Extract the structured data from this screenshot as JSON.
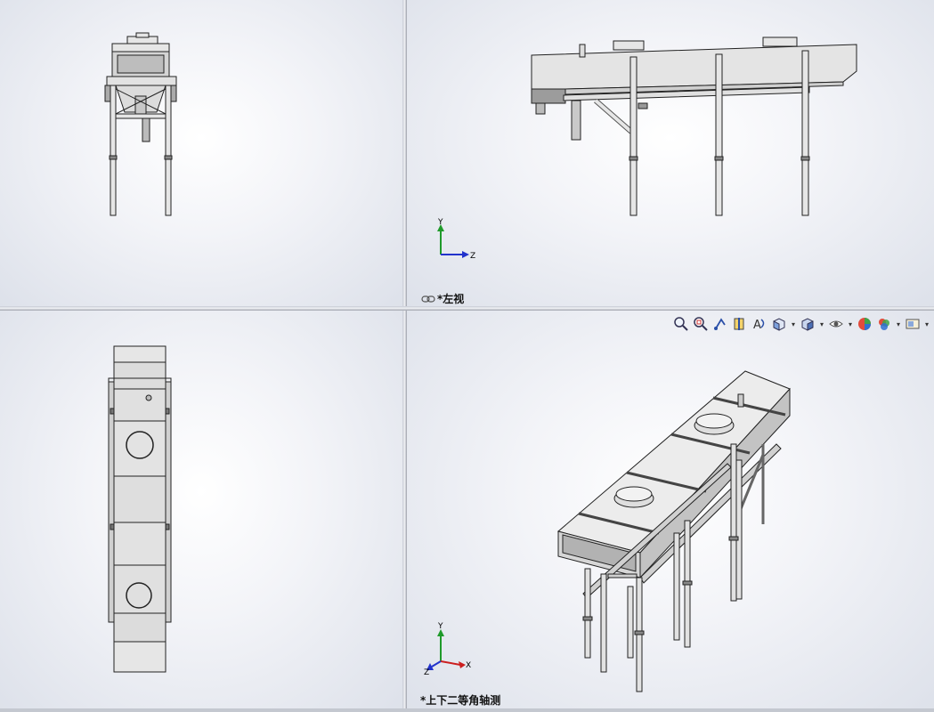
{
  "views": {
    "front": {
      "label": ""
    },
    "left": {
      "label": "*左视"
    },
    "top": {
      "label": ""
    },
    "isometric": {
      "label": "*上下二等角轴测"
    }
  },
  "triad": {
    "x": "X",
    "y": "Y",
    "z": "Z"
  },
  "toolbar": {
    "items": [
      "zoom-to-fit-icon",
      "zoom-to-area-icon",
      "previous-view-icon",
      "section-view-icon",
      "dynamic-annotation-icon",
      "view-orientation-icon",
      "display-style-icon",
      "hide-show-items-icon",
      "edit-appearance-icon",
      "apply-scene-icon",
      "view-settings-icon"
    ]
  },
  "colors": {
    "metal": "#e8e8e8",
    "metal_shade": "#c7c7c7",
    "edge": "#222222",
    "axis_x": "#cc1f1f",
    "axis_y": "#1f9a2a",
    "axis_z": "#2233cc"
  }
}
